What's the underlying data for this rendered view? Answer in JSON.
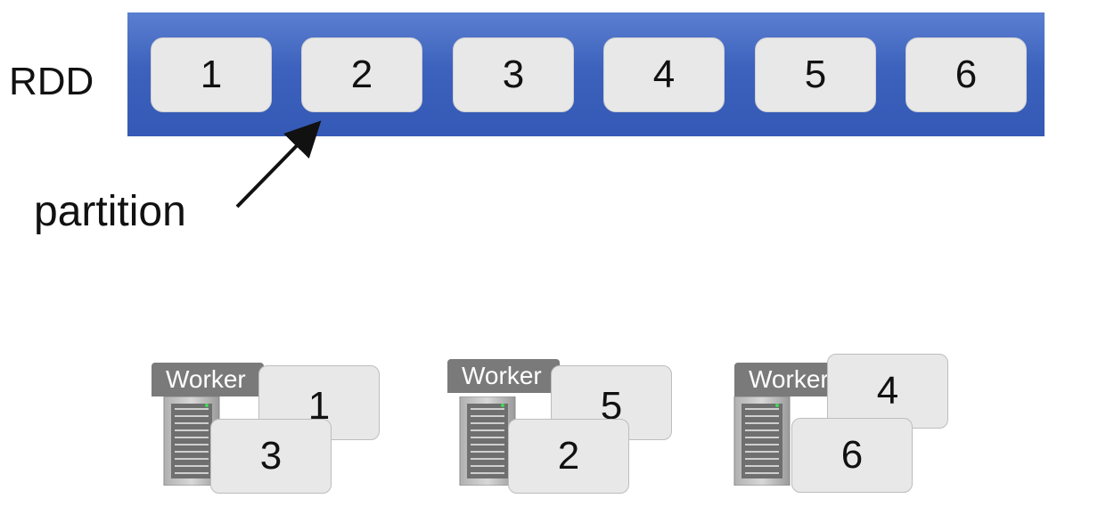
{
  "rdd": {
    "label": "RDD",
    "partitions": [
      "1",
      "2",
      "3",
      "4",
      "5",
      "6"
    ]
  },
  "partition_caption": "partition",
  "workers": [
    {
      "label": "Worker",
      "back_card": "1",
      "front_card": "3"
    },
    {
      "label": "Worker",
      "back_card": "5",
      "front_card": "2"
    },
    {
      "label": "Worker",
      "back_card": "4",
      "front_card": "6"
    }
  ],
  "colors": {
    "rdd_bar": "#3c62bd",
    "partition_box": "#e8e8e8",
    "worker_tag": "#7a7a7a"
  }
}
